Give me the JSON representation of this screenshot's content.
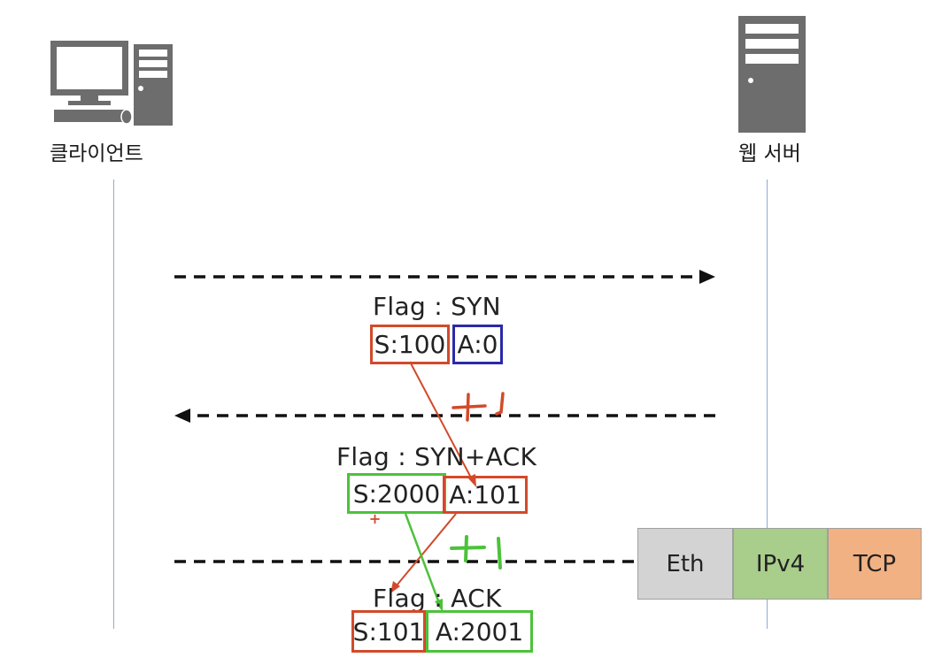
{
  "nodes": {
    "client": {
      "label": "클라이언트"
    },
    "server": {
      "label": "웹 서버"
    }
  },
  "messages": [
    {
      "direction": "client-to-server",
      "flag": "Flag : SYN",
      "seq": "S:100",
      "ack": "A:0"
    },
    {
      "direction": "server-to-client",
      "flag": "Flag : SYN+ACK",
      "seq": "S:2000",
      "ack": "A:101"
    },
    {
      "direction": "client-to-server",
      "flag": "Flag : ACK",
      "seq": "S:101",
      "ack": "A:2001"
    }
  ],
  "annotations": {
    "plus_one_red": "+1",
    "plus_one_green": "+1",
    "small_plus": "+"
  },
  "protocol_stack": [
    "Eth",
    "IPv4",
    "TCP"
  ],
  "colors": {
    "lifeline": "#8eaad6",
    "icon_gray": "#6d6d6d",
    "red": "#d24a2a",
    "blue": "#2a2aa8",
    "green": "#4cc23a"
  }
}
